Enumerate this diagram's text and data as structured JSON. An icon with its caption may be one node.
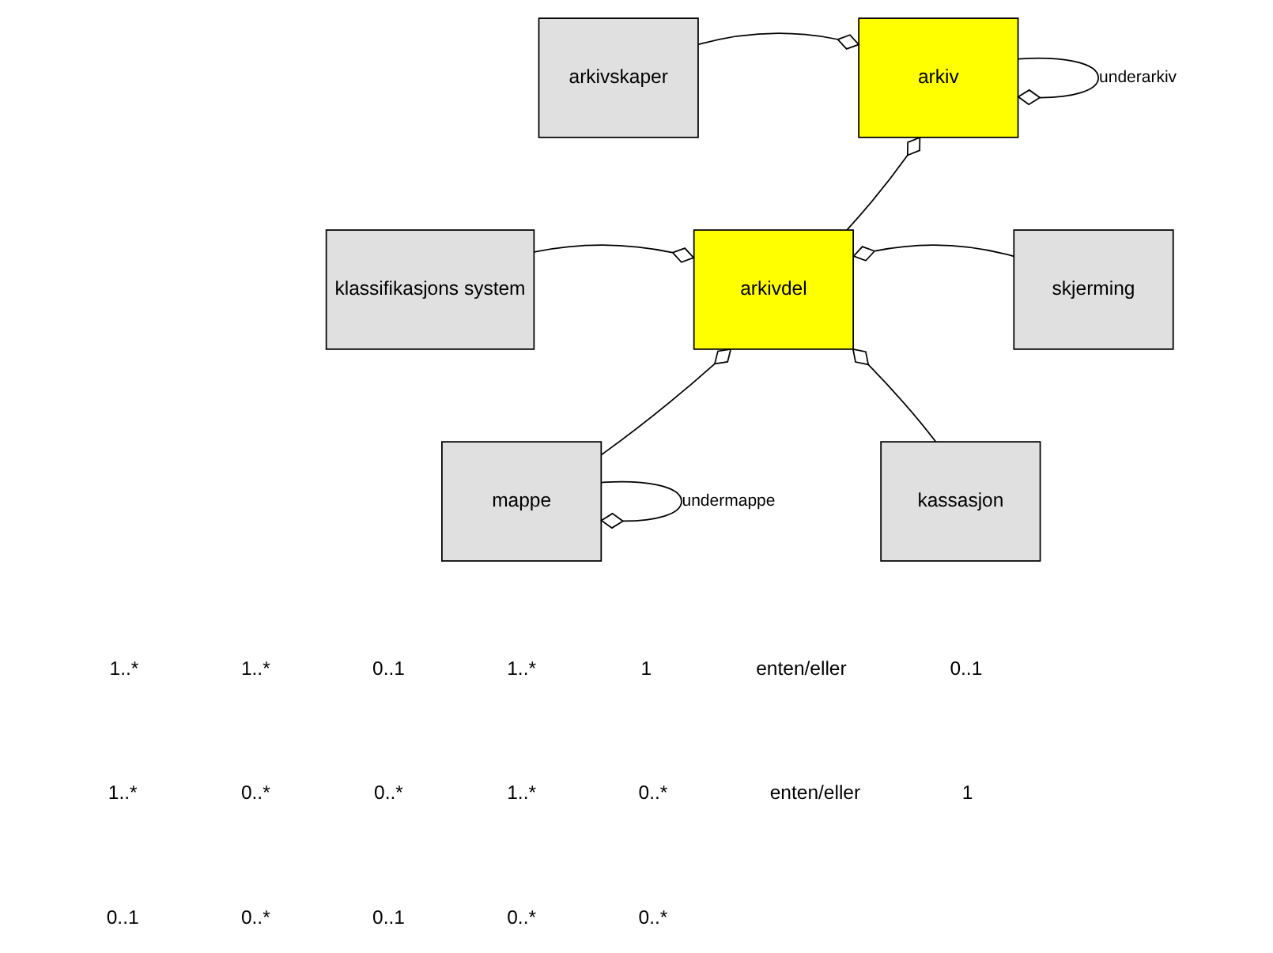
{
  "diagram": {
    "nodes": [
      {
        "text": [
          "arkivskaper"
        ]
      },
      {
        "text": [
          "arkiv"
        ]
      },
      {
        "text": [
          "skjerming"
        ]
      },
      {
        "text": [
          "klassifikasjons system"
        ]
      },
      {
        "text": [
          "arkivdel"
        ]
      },
      {
        "text": [
          "kassasjon"
        ]
      },
      {
        "text": [
          "mappe"
        ]
      }
    ],
    "edges": [
      {
        "from": 0,
        "to": 1,
        "arrow": "other"
      },
      {
        "from": 1,
        "to": 1,
        "arrow": "other",
        "label": "underarkiv"
      },
      {
        "from": 4,
        "to": 1,
        "arrow": "other"
      },
      {
        "from": 2,
        "to": 4,
        "arrow": "other"
      },
      {
        "from": 3,
        "to": 4,
        "arrow": "other"
      },
      {
        "from": 5,
        "to": 4,
        "arrow": "other"
      },
      {
        "from": 6,
        "to": 4,
        "arrow": "other"
      },
      {
        "from": 6,
        "to": 6,
        "arrow": "other",
        "label": "undermappe"
      }
    ],
    "labels": [
      "1..*",
      "1..*",
      "0..1",
      "1..*",
      "1",
      "enten/eller",
      "0..1",
      "1..*",
      "0..*",
      "0..*",
      "1..*",
      "0..*",
      "enten/eller",
      "1",
      "0..1",
      "0..*",
      "0..1",
      "0..*",
      "0..*"
    ]
  }
}
